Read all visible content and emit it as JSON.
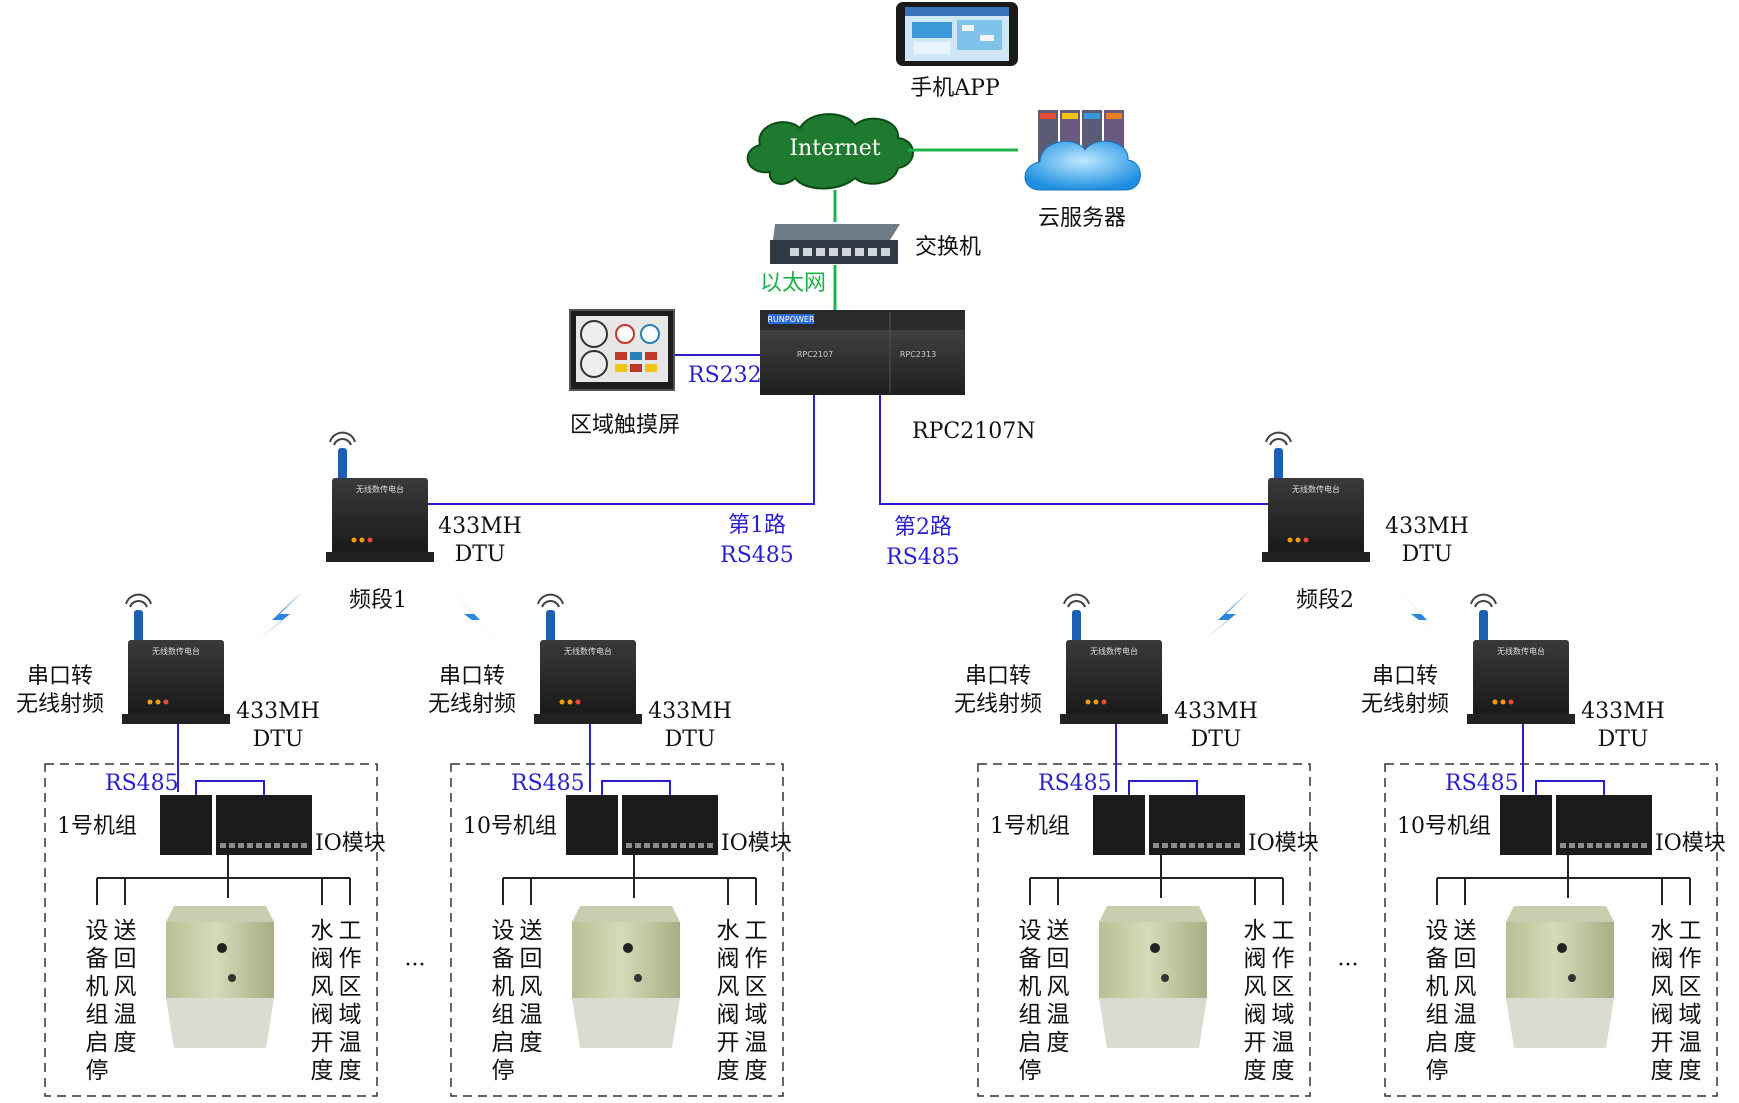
{
  "top": {
    "phone_app": "手机APP",
    "internet": "Internet",
    "cloud_server": "云服务器",
    "switch": "交换机",
    "ethernet": "以太网",
    "rs232": "RS232",
    "touch_screen": "区域触摸屏",
    "controller": "RPC2107N",
    "controller_brand": "RUNPOWER",
    "module_a": "RPC2107",
    "module_b": "RPC2313"
  },
  "lines": {
    "route1": "第1路",
    "route2": "第2路",
    "rs485": "RS485"
  },
  "dtu": {
    "line1": "433MH",
    "line2": "DTU",
    "band1": "频段1",
    "band2": "频段2",
    "device_title": "无线数传电台"
  },
  "branch": {
    "serial_line1": "串口转",
    "serial_line2": "无线射频",
    "rs485": "RS485",
    "io_module": "IO模块",
    "unit1": "1号机组",
    "unit10": "10号机组",
    "ellipsis": "···",
    "col1": [
      "设",
      "备",
      "机",
      "组",
      "启",
      "停"
    ],
    "col2": [
      "送",
      "回",
      "风",
      "温",
      "度"
    ],
    "col3": [
      "水",
      "阀",
      "风",
      "阀",
      "开",
      "度"
    ],
    "col4": [
      "工",
      "作",
      "区",
      "域",
      "温",
      "度"
    ]
  },
  "colors": {
    "blue_line": "#2a1fd0",
    "green_line": "#1db34a",
    "cloud_green": "#1e7a2e"
  }
}
